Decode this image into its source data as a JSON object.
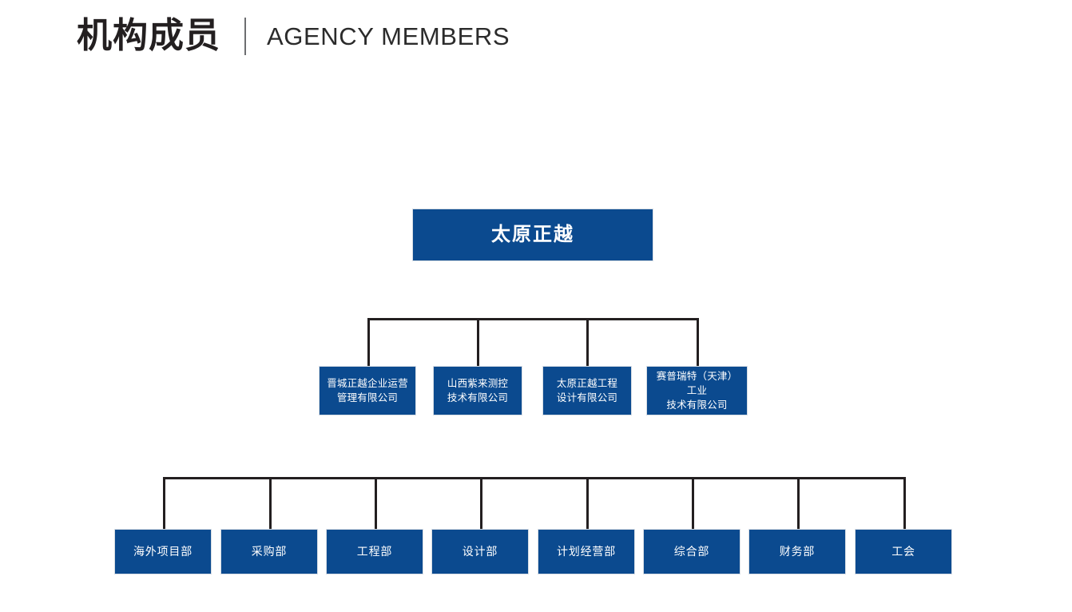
{
  "header": {
    "title_cn": "机构成员",
    "title_en": "AGENCY MEMBERS",
    "divider": "|"
  },
  "theme": {
    "node_fill": "#0b4a8f",
    "node_text": "#ffffff",
    "node_border": "#d7dde4",
    "line_color": "#231f20",
    "background": "#ffffff",
    "header_text": "#231f20"
  },
  "chart_data": {
    "type": "diagram",
    "subtype": "org-chart",
    "title": "机构成员",
    "root": {
      "label": "太原正越"
    },
    "levels": [
      {
        "name": "subsidiaries",
        "nodes": [
          {
            "line1": "晋城正越企业运营",
            "line2": "管理有限公司",
            "full": "晋城正越企业运营管理有限公司"
          },
          {
            "line1": "山西紫来测控",
            "line2": "技术有限公司",
            "full": "山西紫来测控技术有限公司"
          },
          {
            "line1": "太原正越工程",
            "line2": "设计有限公司",
            "full": "太原正越工程设计有限公司"
          },
          {
            "line1": "赛普瑞特（天津）工业",
            "line2": "技术有限公司",
            "full": "赛普瑞特（天津）工业技术有限公司"
          }
        ]
      },
      {
        "name": "departments",
        "nodes": [
          {
            "label": "海外项目部"
          },
          {
            "label": "采购部"
          },
          {
            "label": "工程部"
          },
          {
            "label": "设计部"
          },
          {
            "label": "计划经营部"
          },
          {
            "label": "综合部"
          },
          {
            "label": "财务部"
          },
          {
            "label": "工会"
          }
        ]
      }
    ]
  }
}
